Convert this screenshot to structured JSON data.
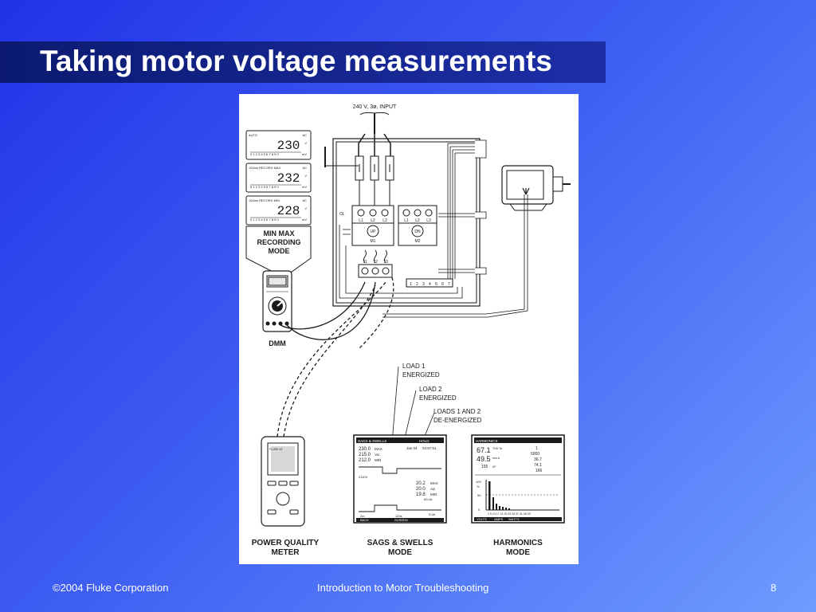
{
  "slide": {
    "title": "Taking motor voltage measurements"
  },
  "diagram": {
    "input_label": "240 V, 3ø, INPUT",
    "readings": [
      {
        "status": "AUTO",
        "value": "230",
        "unit_top": "AC",
        "unit": "V",
        "unit_bottom": "mV"
      },
      {
        "status": "100ms  RECORD    MAX",
        "value": "232",
        "unit_top": "AC",
        "unit": "V",
        "unit_bottom": "mV"
      },
      {
        "status": "100ms  RECORD    MIN",
        "value": "228",
        "unit_top": "AC",
        "unit": "V",
        "unit_bottom": "mV"
      }
    ],
    "scale_ticks": "0 1 2 3 4 5 6 7 8 9 0",
    "min_max_label": [
      "MIN MAX",
      "RECORDING",
      "MODE"
    ],
    "dmm_label": "DMM",
    "ol_label": "OL",
    "starter_terminals": [
      "L1",
      "L2",
      "L3"
    ],
    "reverse_terminals": [
      "L1",
      "L2",
      "L3"
    ],
    "motor_terminals": [
      "T1",
      "T2",
      "T3"
    ],
    "coil_up": "UP",
    "coil_dn": "DN",
    "coil_m1": "M1",
    "coil_m2": "M2",
    "terminal_strip": [
      "1",
      "2",
      "3",
      "4",
      "5",
      "6",
      "7"
    ],
    "load_labels": {
      "load1": [
        "LOAD 1",
        "ENERGIZED"
      ],
      "load2": [
        "LOAD 2",
        "ENERGIZED"
      ],
      "loads12": [
        "LOADS 1 AND 2",
        "DE-ENERGIZED"
      ]
    },
    "pq_meter_brand": "FLUKE 43",
    "sags": {
      "header": "SAGS & SWELLS",
      "hold": "HOLD",
      "readings": [
        "230.0",
        "215.0",
        "212.0"
      ],
      "reading_tags": [
        "MAX",
        "VΔ",
        "MIN"
      ],
      "date": "Jan 04",
      "time": "04:57:51",
      "volt_ref": "2110V",
      "amps_readings": [
        "20.2",
        "20.0",
        "19.8"
      ],
      "amps_tags": [
        "MAX",
        "AΔ",
        "MIN"
      ],
      "amp_ref": "60.0A",
      "zero_ref": "0.0A",
      "time_left": "2m",
      "time_right": "120s",
      "back": "BACK",
      "screen": "SCREEN"
    },
    "harmonics": {
      "header": "HARMONICS",
      "thd_value": "67.1",
      "thd_unit": "THD %r",
      "rms_value": "49.5",
      "rms_unit": "rms A",
      "kf_value": "155",
      "kf_unit": "KF",
      "right_values": [
        "1",
        "5000",
        "36.7",
        "74.1",
        "166"
      ],
      "y_ticks": [
        "100",
        "%",
        "50",
        "0"
      ],
      "x_ticks": "1 5 13 17 21 25 29 33 37 41 45 49",
      "tabs": [
        "VOLTS",
        "AMPS",
        "WATTS"
      ]
    },
    "captions": {
      "pq": [
        "POWER QUALITY",
        "METER"
      ],
      "sags": [
        "SAGS & SWELLS",
        "MODE"
      ],
      "harm": [
        "HARMONICS",
        "MODE"
      ]
    }
  },
  "footer": {
    "left": "©2004 Fluke Corporation",
    "center": "Introduction to Motor Troubleshooting",
    "right": "8"
  },
  "colors": {
    "background_start": "#2233e8",
    "background_end": "#6e9cff",
    "title_bar": "#0b1a70",
    "title_text": "#ffffff",
    "diagram_line": "#1a1a1a"
  }
}
